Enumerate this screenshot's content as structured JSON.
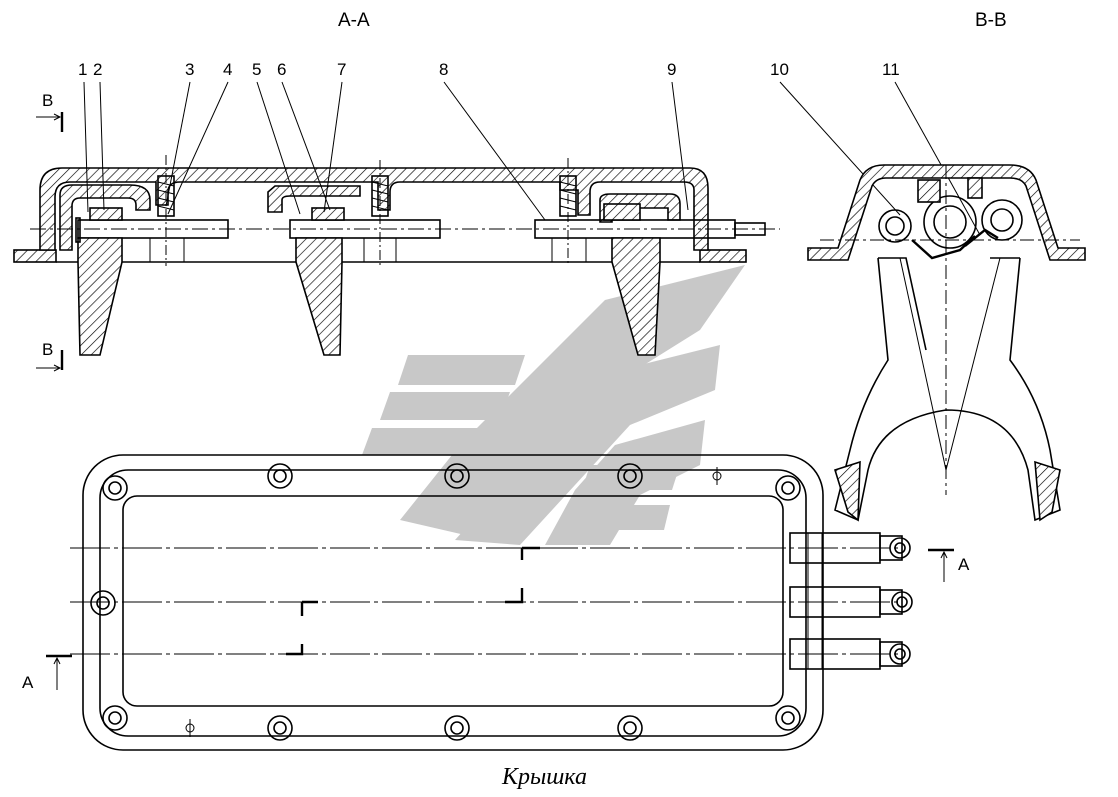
{
  "section_aa_title": "А-А",
  "section_bb_title": "В-В",
  "caption": "Крышка",
  "callouts": [
    "1",
    "2",
    "3",
    "4",
    "5",
    "6",
    "7",
    "8",
    "9",
    "10",
    "11"
  ],
  "cut_marks": {
    "b_top": "В",
    "b_bottom": "В",
    "a_right": "А",
    "a_left": "А"
  }
}
